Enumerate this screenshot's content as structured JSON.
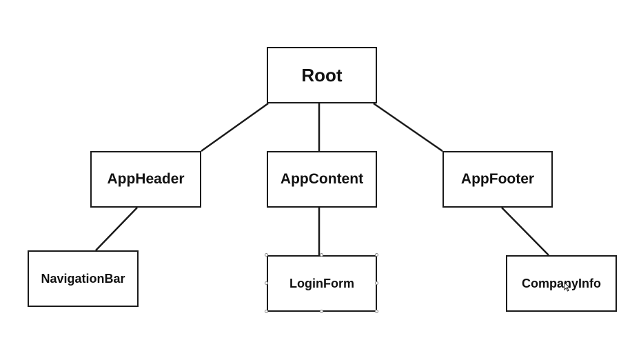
{
  "diagram": {
    "nodes": {
      "root": "Root",
      "app_header": "AppHeader",
      "app_content": "AppContent",
      "app_footer": "AppFooter",
      "navigation_bar": "NavigationBar",
      "login_form": "LoginForm",
      "company_info": "CompanyInfo"
    },
    "edges": [
      [
        "Root",
        "AppHeader"
      ],
      [
        "Root",
        "AppContent"
      ],
      [
        "Root",
        "AppFooter"
      ],
      [
        "AppHeader",
        "NavigationBar"
      ],
      [
        "AppContent",
        "LoginForm"
      ],
      [
        "AppFooter",
        "CompanyInfo"
      ]
    ],
    "selected_node": "LoginForm"
  },
  "colors": {
    "stroke": "#1a1a1a",
    "background": "#ffffff",
    "selection_handle": "#8a8a8a"
  }
}
